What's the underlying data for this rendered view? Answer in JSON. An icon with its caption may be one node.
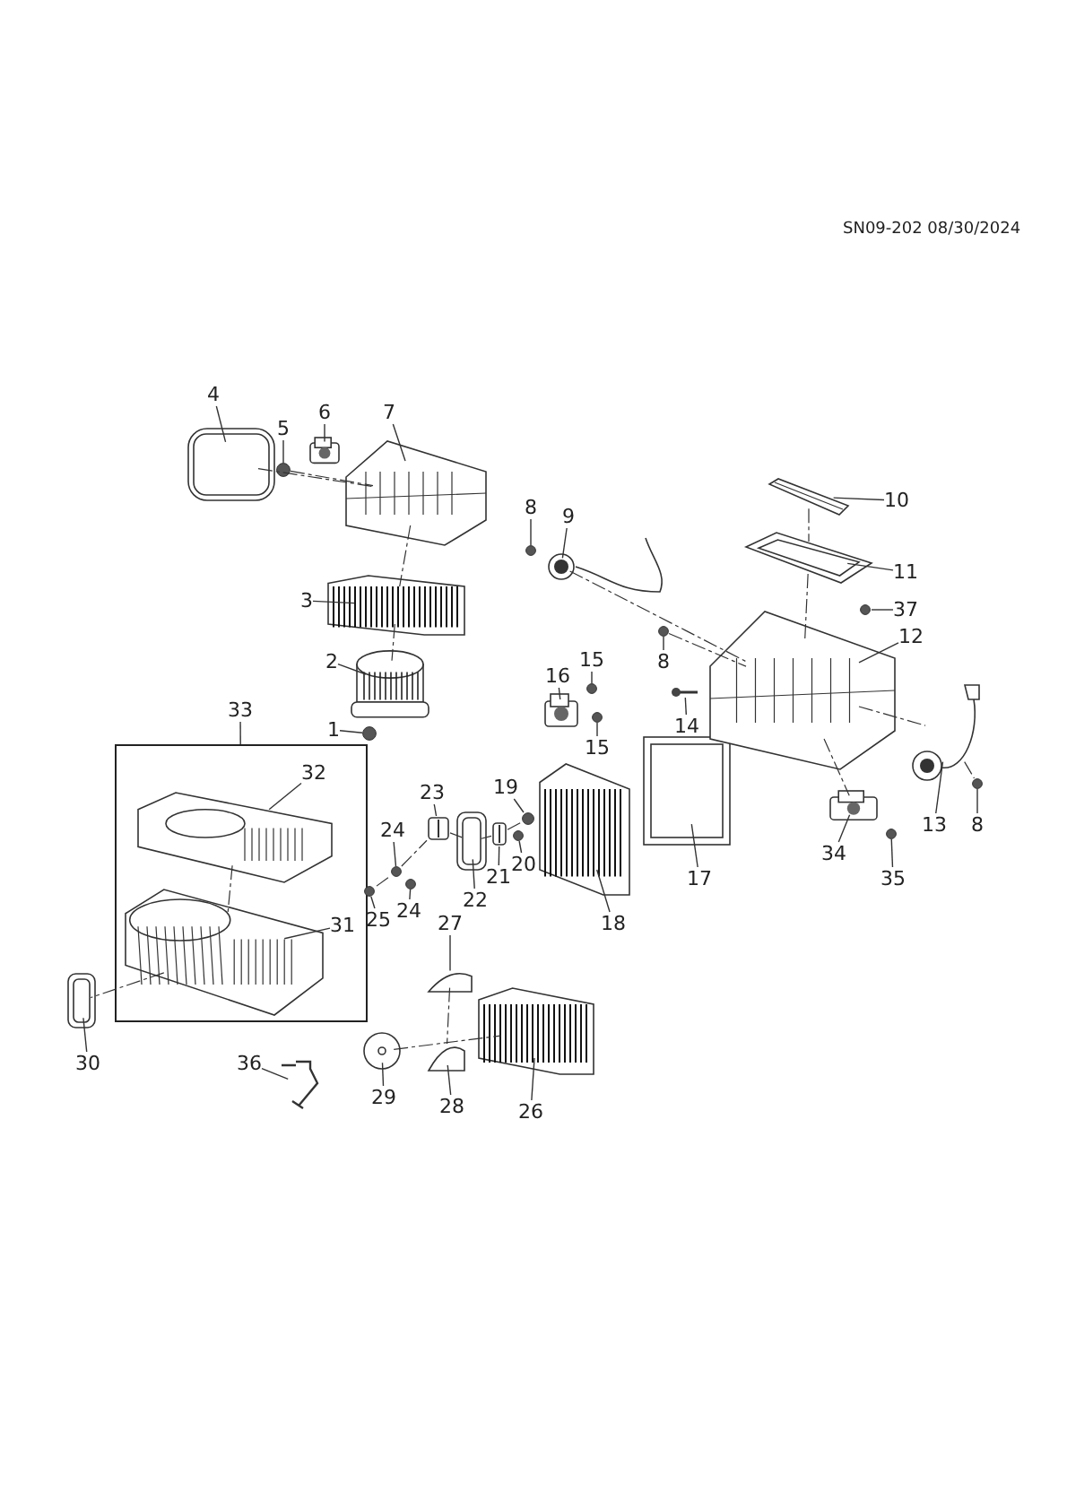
{
  "diagram": {
    "nodes": [
      {
        "text": [
          "4"
        ]
      },
      {
        "text": [],
        "shape": "picture"
      },
      {
        "text": [
          "5"
        ]
      },
      {
        "text": [],
        "shape": "circle"
      },
      {
        "text": [
          "6"
        ]
      },
      {
        "text": [],
        "shape": "picture"
      },
      {
        "text": [
          "7"
        ]
      },
      {
        "text": [],
        "shape": "picture"
      },
      {
        "text": [
          "3"
        ]
      },
      {
        "text": [],
        "shape": "picture"
      },
      {
        "text": [
          "2"
        ]
      },
      {
        "text": [],
        "shape": "picture"
      },
      {
        "text": [
          "1"
        ]
      },
      {
        "text": [],
        "shape": "circle"
      },
      {
        "text": [
          "33"
        ]
      },
      {
        "text": [],
        "shape": "box"
      },
      {
        "text": [
          "32"
        ],
        "in": 15
      },
      {
        "text": [],
        "shape": "picture",
        "in": 15
      },
      {
        "text": [
          "31"
        ],
        "in": 15
      },
      {
        "text": [],
        "shape": "picture",
        "in": 15
      },
      {
        "text": [
          "30"
        ]
      },
      {
        "text": [],
        "shape": "picture"
      },
      {
        "text": [
          "36"
        ]
      },
      {
        "text": [],
        "shape": "picture"
      },
      {
        "text": [
          "29"
        ]
      },
      {
        "text": [],
        "shape": "picture"
      },
      {
        "text": [
          "28"
        ]
      },
      {
        "text": [],
        "shape": "picture"
      },
      {
        "text": [
          "27"
        ]
      },
      {
        "text": [],
        "shape": "picture"
      },
      {
        "text": [
          "26"
        ]
      },
      {
        "text": [],
        "shape": "picture"
      },
      {
        "text": [
          "25"
        ]
      },
      {
        "text": [],
        "shape": "circle"
      },
      {
        "text": [
          "24"
        ]
      },
      {
        "text": [],
        "shape": "circle"
      },
      {
        "text": [
          "24"
        ]
      },
      {
        "text": [],
        "shape": "circle"
      },
      {
        "text": [
          "23"
        ]
      },
      {
        "text": [],
        "shape": "picture"
      },
      {
        "text": [
          "22"
        ]
      },
      {
        "text": [],
        "shape": "picture"
      },
      {
        "text": [
          "21"
        ]
      },
      {
        "text": [],
        "shape": "picture"
      },
      {
        "text": [
          "20"
        ]
      },
      {
        "text": [],
        "shape": "circle"
      },
      {
        "text": [
          "19"
        ]
      },
      {
        "text": [],
        "shape": "circle"
      },
      {
        "text": [
          "18"
        ]
      },
      {
        "text": [],
        "shape": "picture"
      },
      {
        "text": [
          "17"
        ]
      },
      {
        "text": [],
        "shape": "picture"
      },
      {
        "text": [
          "16"
        ]
      },
      {
        "text": [],
        "shape": "picture"
      },
      {
        "text": [
          "15"
        ]
      },
      {
        "text": [],
        "shape": "circle"
      },
      {
        "text": [
          "15"
        ]
      },
      {
        "text": [],
        "shape": "circle"
      },
      {
        "text": [
          "14"
        ]
      },
      {
        "text": [],
        "shape": "picture"
      },
      {
        "text": [
          "8"
        ]
      },
      {
        "text": [],
        "shape": "circle"
      },
      {
        "text": [
          "9"
        ]
      },
      {
        "text": [],
        "shape": "picture"
      },
      {
        "text": [
          "8"
        ]
      },
      {
        "text": [],
        "shape": "circle"
      },
      {
        "text": [
          "10"
        ]
      },
      {
        "text": [],
        "shape": "picture"
      },
      {
        "text": [
          "11"
        ]
      },
      {
        "text": [],
        "shape": "picture"
      },
      {
        "text": [
          "37"
        ]
      },
      {
        "text": [],
        "shape": "circle"
      },
      {
        "text": [
          "12"
        ]
      },
      {
        "text": [],
        "shape": "picture"
      },
      {
        "text": [
          "13"
        ]
      },
      {
        "text": [],
        "shape": "picture"
      },
      {
        "text": [
          "8"
        ]
      },
      {
        "text": [],
        "shape": "circle"
      },
      {
        "text": [
          "34"
        ]
      },
      {
        "text": [],
        "shape": "picture"
      },
      {
        "text": [
          "35"
        ]
      },
      {
        "text": [],
        "shape": "circle"
      }
    ],
    "edges": [
      {
        "from": 0,
        "to": 1,
        "arrow": "none"
      },
      {
        "from": 2,
        "to": 3,
        "arrow": "none"
      },
      {
        "from": 4,
        "to": 5,
        "arrow": "none"
      },
      {
        "from": 6,
        "to": 7,
        "arrow": "none"
      },
      {
        "from": 8,
        "to": 9,
        "arrow": "none"
      },
      {
        "from": 10,
        "to": 11,
        "arrow": "none"
      },
      {
        "from": 12,
        "to": 13,
        "arrow": "none"
      },
      {
        "from": 14,
        "to": 15,
        "arrow": "none"
      },
      {
        "from": 16,
        "to": 17,
        "arrow": "none"
      },
      {
        "from": 18,
        "to": 19,
        "arrow": "none"
      },
      {
        "from": 20,
        "to": 21,
        "arrow": "none"
      },
      {
        "from": 22,
        "to": 23,
        "arrow": "none"
      },
      {
        "from": 24,
        "to": 25,
        "arrow": "none"
      },
      {
        "from": 26,
        "to": 27,
        "arrow": "none"
      },
      {
        "from": 28,
        "to": 29,
        "arrow": "none"
      },
      {
        "from": 30,
        "to": 31,
        "arrow": "none"
      },
      {
        "from": 32,
        "to": 33,
        "arrow": "none"
      },
      {
        "from": 34,
        "to": 35,
        "arrow": "none"
      },
      {
        "from": 36,
        "to": 37,
        "arrow": "none"
      },
      {
        "from": 38,
        "to": 39,
        "arrow": "none"
      },
      {
        "from": 40,
        "to": 41,
        "arrow": "none"
      },
      {
        "from": 42,
        "to": 43,
        "arrow": "none"
      },
      {
        "from": 44,
        "to": 45,
        "arrow": "none"
      },
      {
        "from": 46,
        "to": 47,
        "arrow": "none"
      },
      {
        "from": 48,
        "to": 49,
        "arrow": "none"
      },
      {
        "from": 50,
        "to": 51,
        "arrow": "none"
      },
      {
        "from": 52,
        "to": 53,
        "arrow": "none"
      },
      {
        "from": 54,
        "to": 55,
        "arrow": "none"
      },
      {
        "from": 56,
        "to": 57,
        "arrow": "none"
      },
      {
        "from": 58,
        "to": 59,
        "arrow": "none"
      },
      {
        "from": 60,
        "to": 61,
        "arrow": "none"
      },
      {
        "from": 62,
        "to": 63,
        "arrow": "none"
      },
      {
        "from": 64,
        "to": 65,
        "arrow": "none"
      },
      {
        "from": 66,
        "to": 67,
        "arrow": "none"
      },
      {
        "from": 68,
        "to": 69,
        "arrow": "none"
      },
      {
        "from": 70,
        "to": 71,
        "arrow": "none"
      },
      {
        "from": 72,
        "to": 73,
        "arrow": "none"
      },
      {
        "from": 74,
        "to": 75,
        "arrow": "none"
      },
      {
        "from": 76,
        "to": 77,
        "arrow": "none"
      },
      {
        "from": 78,
        "to": 79,
        "arrow": "none"
      },
      {
        "from": 80,
        "to": 81,
        "arrow": "none"
      },
      {
        "from": 1,
        "to": 7,
        "arrow": "none",
        "style": "dashed"
      },
      {
        "from": 3,
        "to": 7,
        "arrow": "none",
        "style": "dashed"
      },
      {
        "from": 7,
        "to": 9,
        "arrow": "none",
        "style": "dashed"
      },
      {
        "from": 9,
        "to": 11,
        "arrow": "none",
        "style": "dashed"
      },
      {
        "from": 63,
        "to": 73,
        "arrow": "none",
        "style": "dashed"
      },
      {
        "from": 65,
        "to": 73,
        "arrow": "none",
        "style": "dashed"
      },
      {
        "from": 67,
        "to": 69,
        "arrow": "none",
        "style": "dashed"
      },
      {
        "from": 69,
        "to": 73,
        "arrow": "none",
        "style": "dashed"
      },
      {
        "from": 73,
        "to": 75,
        "arrow": "none",
        "style": "dashed"
      },
      {
        "from": 75,
        "to": 77,
        "arrow": "none",
        "style": "dashed"
      },
      {
        "from": 73,
        "to": 79,
        "arrow": "none",
        "style": "dashed"
      },
      {
        "from": 17,
        "to": 19,
        "arrow": "none",
        "style": "dashed"
      },
      {
        "from": 19,
        "to": 21,
        "arrow": "none",
        "style": "dashed"
      },
      {
        "from": 25,
        "to": 31,
        "arrow": "none",
        "style": "dashed"
      },
      {
        "from": 29,
        "to": 27,
        "arrow": "none",
        "style": "dashed"
      },
      {
        "from": 33,
        "to": 35,
        "arrow": "none",
        "style": "dashed"
      },
      {
        "from": 35,
        "to": 39,
        "arrow": "none",
        "style": "dashed"
      },
      {
        "from": 39,
        "to": 41,
        "arrow": "none",
        "style": "dashed"
      },
      {
        "from": 41,
        "to": 43,
        "arrow": "none",
        "style": "dashed"
      },
      {
        "from": 43,
        "to": 47,
        "arrow": "none",
        "style": "dashed"
      }
    ],
    "labels": [
      "SN09-202 08/30/2024"
    ]
  }
}
